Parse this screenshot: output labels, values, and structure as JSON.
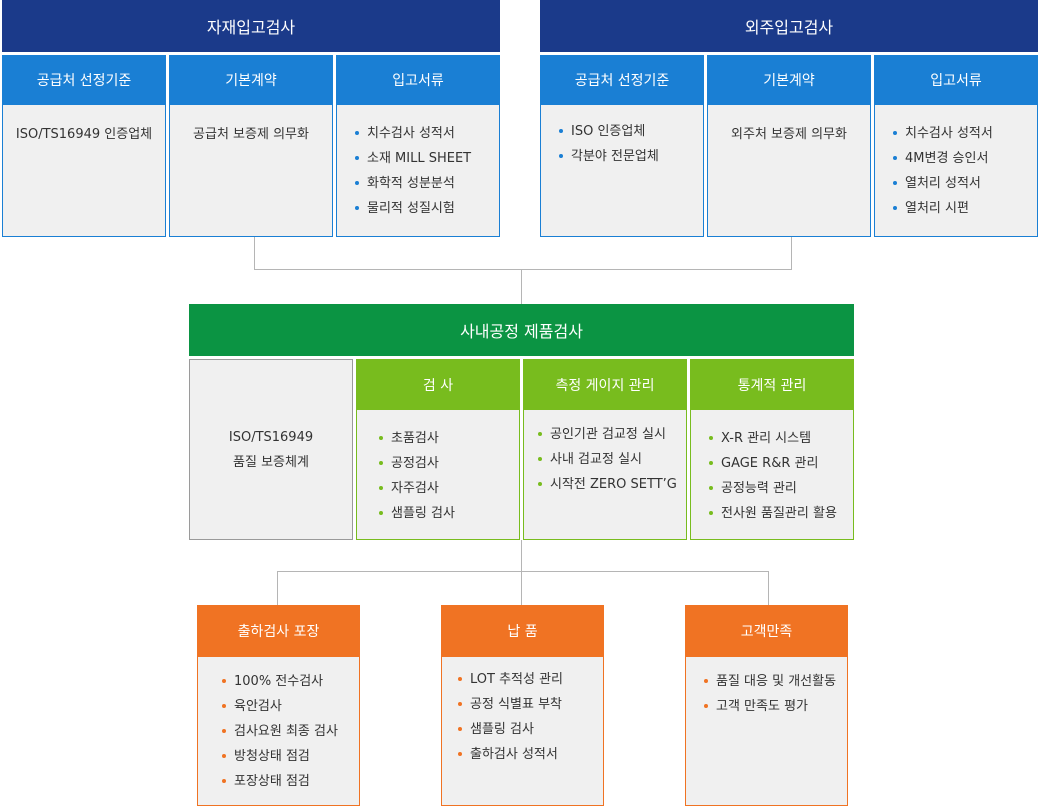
{
  "top_groups": [
    {
      "title": "자재입고검사",
      "columns": [
        {
          "header": "공급처 선정기준",
          "text": "ISO/TS16949 인증업체"
        },
        {
          "header": "기본계약",
          "text": "공급처 보증제 의무화"
        },
        {
          "header": "입고서류",
          "items": [
            "치수검사 성적서",
            "소재  MILL SHEET",
            "화학적 성분분석",
            "물리적 성질시험"
          ]
        }
      ]
    },
    {
      "title": "외주입고검사",
      "columns": [
        {
          "header": "공급처 선정기준",
          "items": [
            "ISO 인증업체",
            "각분야 전문업체"
          ]
        },
        {
          "header": "기본계약",
          "text": "외주처 보증제 의무화"
        },
        {
          "header": "입고서류",
          "items": [
            "치수검사 성적서",
            "4M변경 승인서",
            "열처리 성적서",
            "열처리 시편"
          ]
        }
      ]
    }
  ],
  "middle": {
    "title": "사내공정 제품검사",
    "system_box": [
      "ISO/TS16949",
      "품질 보증체계"
    ],
    "columns": [
      {
        "header": "검 사",
        "items": [
          "초품검사",
          "공정검사",
          "자주검사",
          "샘플링 검사"
        ]
      },
      {
        "header": "측정 게이지 관리",
        "items": [
          "공인기관 검교정 실시",
          "사내 검교정 실시",
          "시작전 ZERO SETT’G"
        ]
      },
      {
        "header": "통계적 관리",
        "items": [
          "X-R 관리 시스템",
          "GAGE R&R 관리",
          "공정능력 관리",
          "전사원 품질관리 활용"
        ]
      }
    ]
  },
  "bottom": [
    {
      "header": "출하검사 포장",
      "items": [
        "100% 전수검사",
        "육안검사",
        "검사요원 최종 검사",
        "방청상태 점검",
        "포장상태 점검"
      ]
    },
    {
      "header": "납 품",
      "items": [
        "LOT 추적성 관리",
        "공정 식별표 부착",
        "샘플링 검사",
        "출하검사 성적서"
      ]
    },
    {
      "header": "고객만족",
      "items": [
        "품질 대응 및 개선활동",
        "고객 만족도 평가"
      ]
    }
  ]
}
